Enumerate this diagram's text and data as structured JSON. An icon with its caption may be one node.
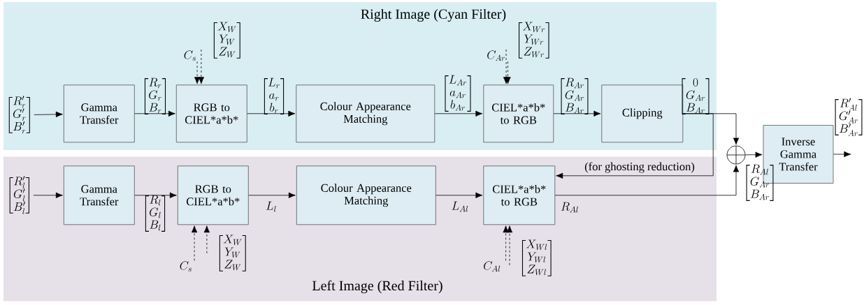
{
  "diagram": {
    "nodes": [
      {
        "text": [
          "Right Image (Cyan Filter)"
        ]
      },
      {
        "text": [
          "Left Image (Red Filter)"
        ]
      },
      {
        "text": [
          "\\begin{bmatrix}R'_r\\\\G'_r\\\\B'_r\\end{bmatrix}"
        ],
        "in": 0
      },
      {
        "text": [
          "Gamma Transfer"
        ],
        "in": 0
      },
      {
        "text": [
          "RGB to CIEL*a*b*"
        ],
        "in": 0
      },
      {
        "text": [
          "C_s"
        ],
        "in": 0
      },
      {
        "text": [
          "\\begin{bmatrix}X_W\\\\Y_W\\\\Z_W\\end{bmatrix}"
        ],
        "in": 0
      },
      {
        "text": [
          "Colour Appearance Matching"
        ],
        "in": 0
      },
      {
        "text": [
          "C_{Ar}"
        ],
        "in": 0
      },
      {
        "text": [
          "\\begin{bmatrix}X_{Wr}\\\\Y_{Wr}\\\\Z_{Wr}\\end{bmatrix}"
        ],
        "in": 0
      },
      {
        "text": [
          "CIEL*a*b* to RGB"
        ],
        "in": 0
      },
      {
        "text": [
          "Clipping"
        ],
        "in": 0
      },
      {
        "text": [],
        "shape": "circle"
      },
      {
        "text": [
          "Inverse Gamma Transfer"
        ]
      },
      {
        "text": [
          "\\begin{bmatrix}R'_l\\\\G'_l\\\\B'_l\\end{bmatrix}"
        ],
        "in": 1
      },
      {
        "text": [
          "Gamma Transfer"
        ],
        "in": 1
      },
      {
        "text": [
          "RGB to CIEL*a*b*"
        ],
        "in": 1
      },
      {
        "text": [
          "C_s"
        ],
        "in": 1
      },
      {
        "text": [
          "\\begin{bmatrix}X_W\\\\Y_W\\\\Z_W\\end{bmatrix}"
        ],
        "in": 1
      },
      {
        "text": [
          "Colour Appearance Matching"
        ],
        "in": 1
      },
      {
        "text": [
          "CIEL*a*b* to RGB"
        ],
        "in": 1
      },
      {
        "text": [
          "C_{Al}"
        ],
        "in": 1
      },
      {
        "text": [
          "\\begin{bmatrix}X_{Wl}\\\\Y_{Wl}\\\\Z_{Wl}\\end{bmatrix}"
        ],
        "in": 1
      }
    ],
    "edges": [
      {
        "from": 2,
        "to": 3,
        "arrow": "to"
      },
      {
        "from": 3,
        "to": 4,
        "arrow": "to",
        "label": "\\begin{bmatrix}R_r\\\\G_r\\\\B_r\\end{bmatrix}"
      },
      {
        "from": 5,
        "to": 4,
        "arrow": "to",
        "style": "dashed"
      },
      {
        "from": 6,
        "to": 4,
        "arrow": "to",
        "style": "dashed"
      },
      {
        "from": 4,
        "to": 7,
        "arrow": "to",
        "label": "\\begin{bmatrix}L_r\\\\a_r\\\\b_r\\end{bmatrix}"
      },
      {
        "from": 7,
        "to": 10,
        "arrow": "to",
        "label": "\\begin{bmatrix}L_{Ar}\\\\a_{Ar}\\\\b_{Ar}\\end{bmatrix}"
      },
      {
        "from": 8,
        "to": 10,
        "arrow": "to",
        "style": "dashed"
      },
      {
        "from": 9,
        "to": 10,
        "arrow": "to",
        "style": "dashed"
      },
      {
        "from": 10,
        "to": 11,
        "arrow": "to",
        "label": "\\begin{bmatrix}R_{Ar}\\\\G_{Ar}\\\\B_{Ar}\\end{bmatrix}"
      },
      {
        "from": 11,
        "to": 12,
        "arrow": "to",
        "label": "\\begin{bmatrix}0\\\\G_{Ar}\\\\B_{Ar}\\end{bmatrix}"
      },
      {
        "from": 11,
        "to": 20,
        "arrow": "to",
        "label": "(for ghosting reduction)"
      },
      {
        "from": 20,
        "to": 12,
        "arrow": "to",
        "label": "R_{Al}"
      },
      {
        "from": 12,
        "to": 13,
        "arrow": "to"
      },
      {
        "from": 13,
        "to": null,
        "arrow": "to",
        "label": "\\begin{bmatrix}R'_{Al}\\\\G'_{Ar}\\\\B'_{Ar}\\end{bmatrix}"
      },
      {
        "from": 14,
        "to": 15,
        "arrow": "to"
      },
      {
        "from": 15,
        "to": 16,
        "arrow": "to",
        "label": "\\begin{bmatrix}R_l\\\\G_l\\\\B_l\\end{bmatrix}"
      },
      {
        "from": 17,
        "to": 16,
        "arrow": "to",
        "style": "dashed"
      },
      {
        "from": 18,
        "to": 16,
        "arrow": "to",
        "style": "dashed"
      },
      {
        "from": 16,
        "to": 19,
        "arrow": "to",
        "label": "L_l"
      },
      {
        "from": 19,
        "to": 20,
        "arrow": "to",
        "label": "L_{Al}"
      },
      {
        "from": 21,
        "to": 20,
        "arrow": "to",
        "style": "dashed"
      },
      {
        "from": 22,
        "to": 20,
        "arrow": "to",
        "style": "dashed"
      }
    ],
    "labels": [
      "\\begin{bmatrix}R_{Al}\\\\G_{Ar}\\\\B_{Ar}\\end{bmatrix}"
    ]
  }
}
